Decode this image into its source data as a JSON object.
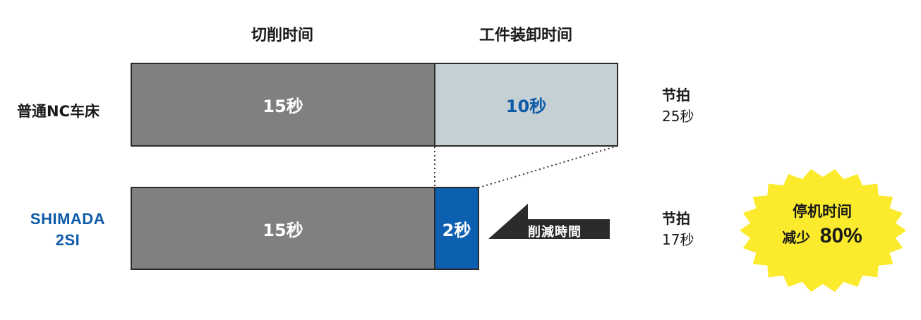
{
  "columns": {
    "cutting": "切削时间",
    "loading": "工件装卸时间"
  },
  "rows": {
    "normal": {
      "label": "普通NC车床",
      "cutting": "15秒",
      "loading": "10秒",
      "takt_label": "节拍",
      "takt_value": "25秒"
    },
    "shimada": {
      "brand_line1": "SHIMADA",
      "brand_line2": "2SI",
      "cutting": "15秒",
      "loading": "2秒",
      "takt_label": "节拍",
      "takt_value": "17秒"
    }
  },
  "arrow_label": "削減時間",
  "badge": {
    "line1": "停机时间",
    "line2_prefix": "减少",
    "line2_value": "80%"
  },
  "colors": {
    "gray_bar": "#808080",
    "light_bar": "#c4d0d4",
    "blue_bar": "#0d5fb0",
    "brand_blue": "#0d5aa8",
    "badge_yellow": "#fbeb2c",
    "arrow_dark": "#2b2b2b"
  }
}
